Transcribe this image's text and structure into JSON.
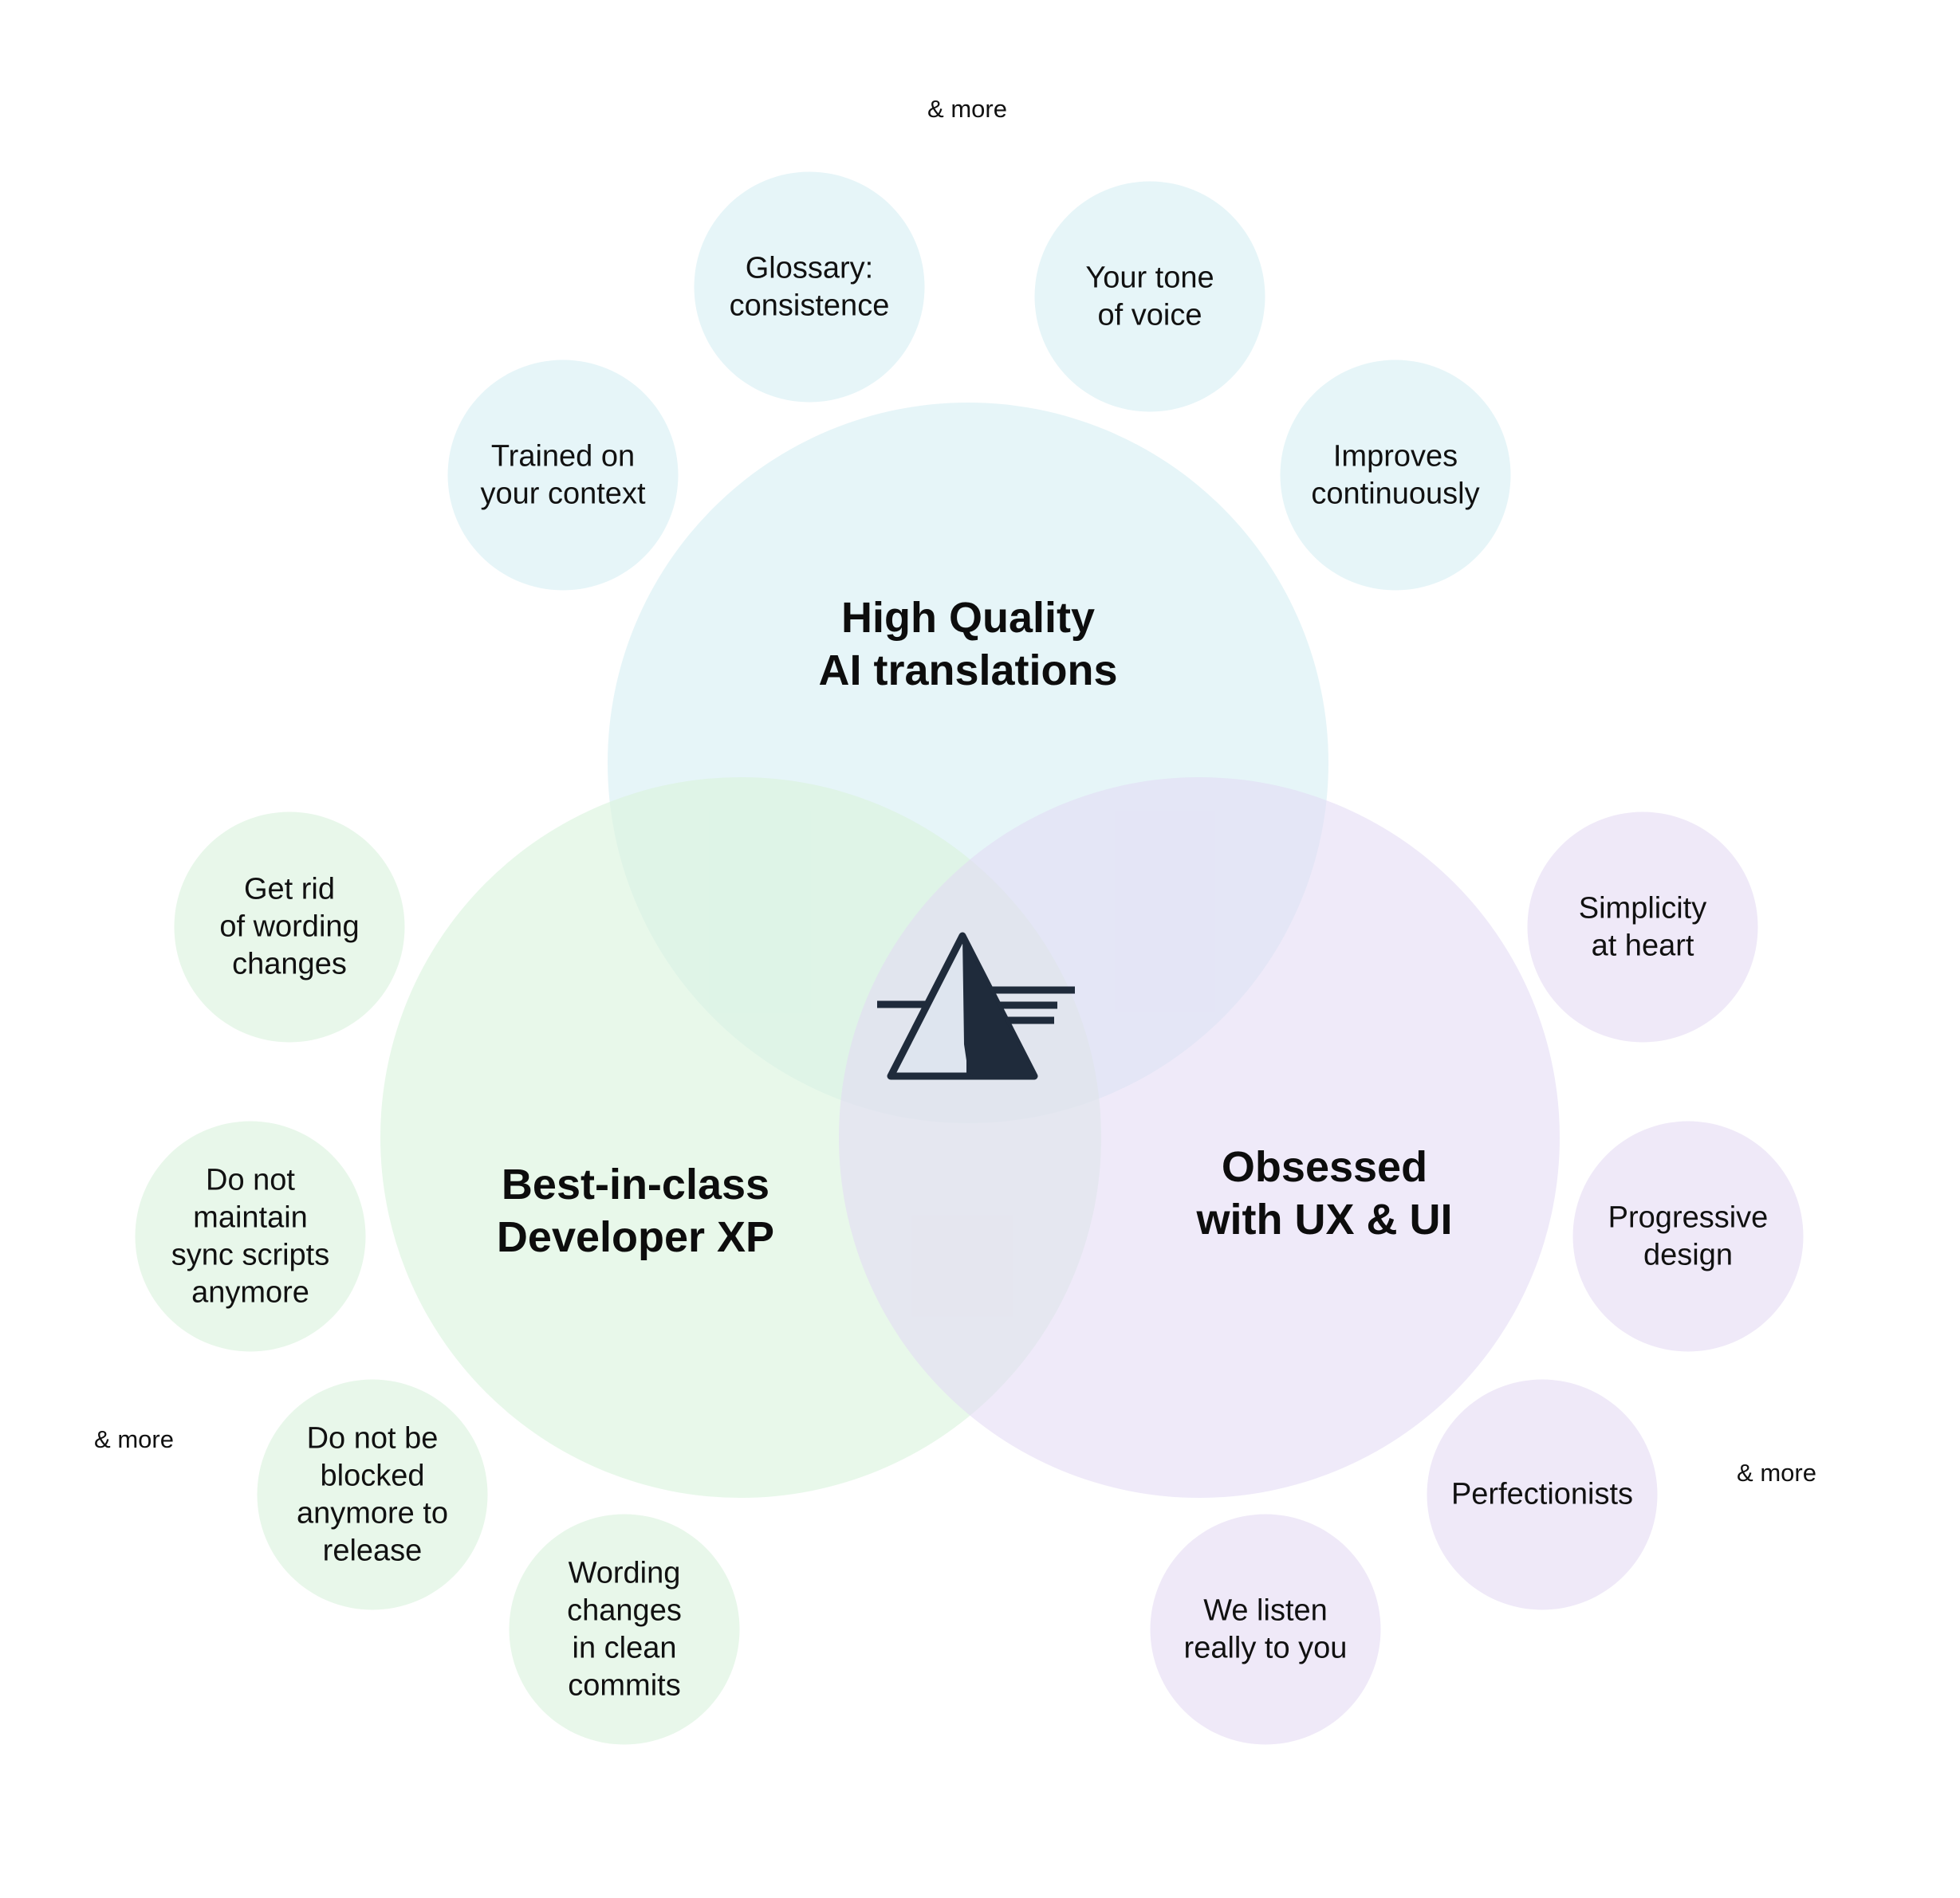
{
  "colors": {
    "ai": "#e6f5f8",
    "dev": "#e8f7ea",
    "ux": "#efe9f8",
    "logo": "#1f2b3b"
  },
  "ai_group": {
    "title": "High Quality\nAI translations",
    "bubbles": [
      "Trained on\nyour context",
      "Glossary:\nconsistence",
      "Your tone\nof voice",
      "Improves\ncontinuously"
    ],
    "more": "& more"
  },
  "dev_group": {
    "title": "Best-in-class\nDeveloper XP",
    "bubbles": [
      "Get rid\nof wording\nchanges",
      "Do not\nmaintain\nsync scripts\nanymore",
      "Do not be\nblocked\nanymore to\nrelease",
      "Wording\nchanges\nin clean\ncommits"
    ],
    "more": "& more"
  },
  "ux_group": {
    "title": "Obsessed\nwith UX & UI",
    "bubbles": [
      "Simplicity\nat heart",
      "Progressive\ndesign",
      "Perfectionists",
      "We listen\nreally to you"
    ],
    "more": "& more"
  },
  "logo": {
    "icon": "tolgee-prism-logo-icon"
  }
}
